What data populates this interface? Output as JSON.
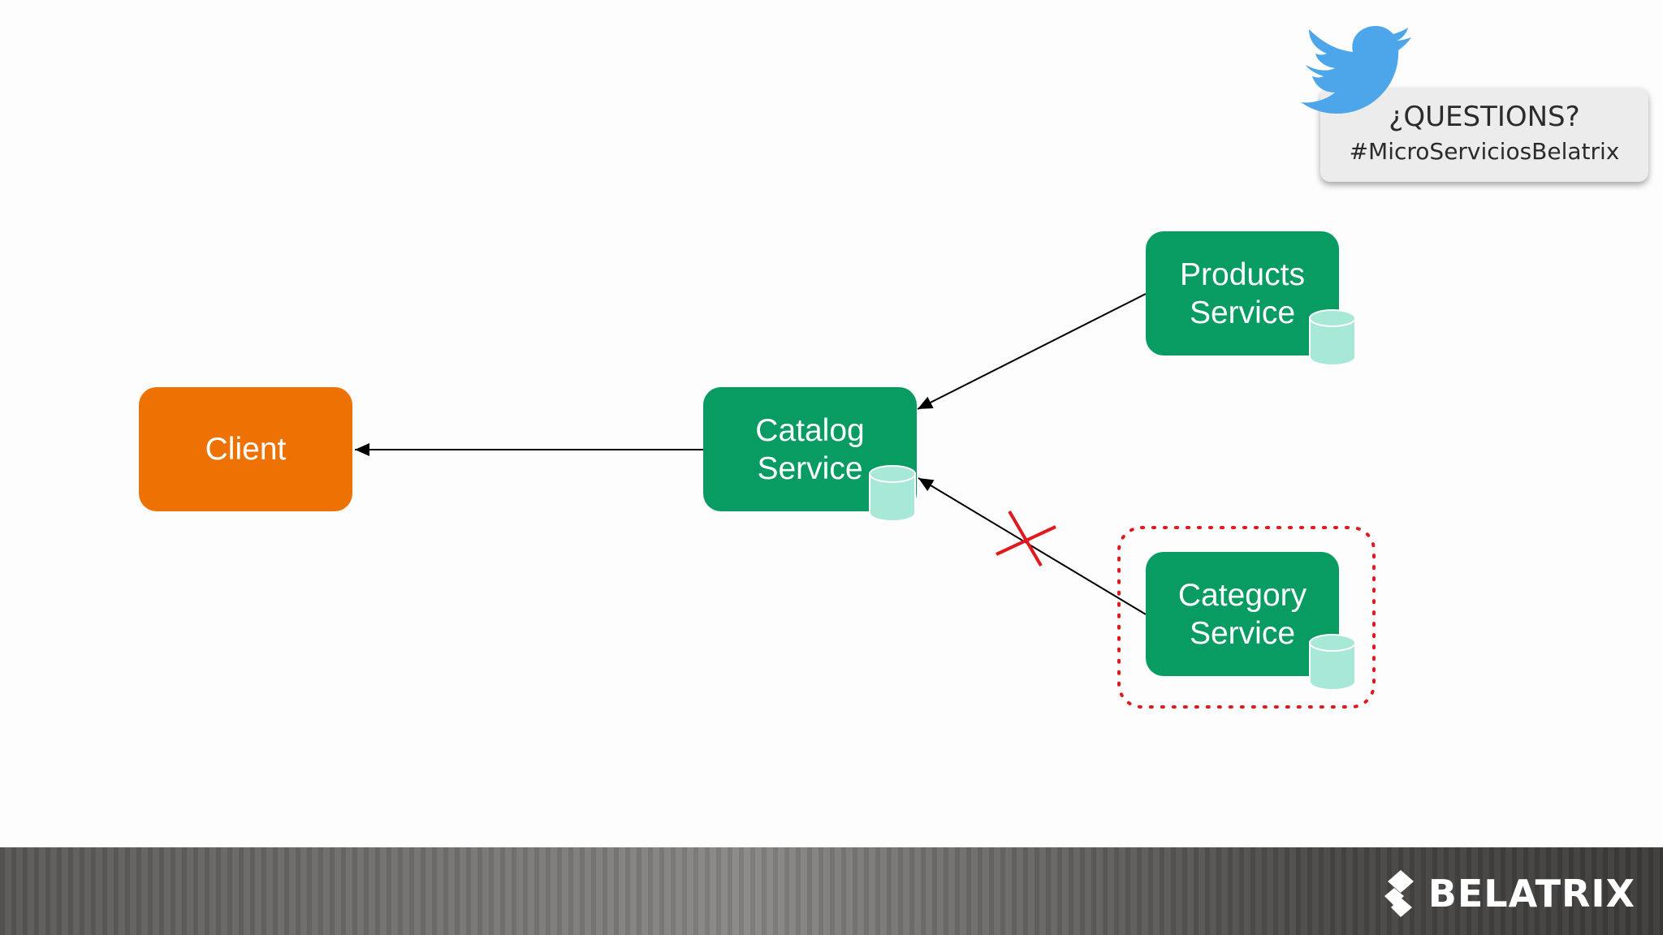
{
  "diagram": {
    "client": {
      "label": "Client"
    },
    "catalog": {
      "line1": "Catalog",
      "line2": "Service"
    },
    "products": {
      "line1": "Products",
      "line2": "Service"
    },
    "category": {
      "line1": "Category",
      "line2": "Service"
    }
  },
  "twitter_card": {
    "question": "¿QUESTIONS?",
    "hashtag": "#MicroServiciosBelatrix",
    "icon": "twitter-bird-icon"
  },
  "footer": {
    "brand": "BELATRIX",
    "logo_icon": "belatrix-logo-icon"
  },
  "colors": {
    "client": "#ee7203",
    "service": "#089c63",
    "database": "#a8e8d6",
    "failure": "#e0191f",
    "twitter": "#4da6e9"
  }
}
